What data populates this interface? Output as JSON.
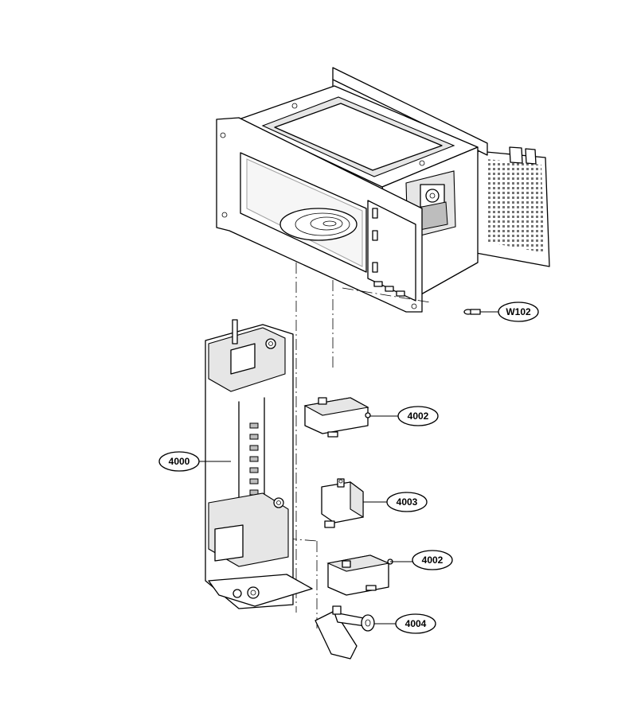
{
  "callouts": [
    {
      "id": "w102",
      "label": "W102"
    },
    {
      "id": "4002-top",
      "label": "4002"
    },
    {
      "id": "4000",
      "label": "4000"
    },
    {
      "id": "4003",
      "label": "4003"
    },
    {
      "id": "4002-bottom",
      "label": "4002"
    },
    {
      "id": "4004",
      "label": "4004"
    }
  ]
}
